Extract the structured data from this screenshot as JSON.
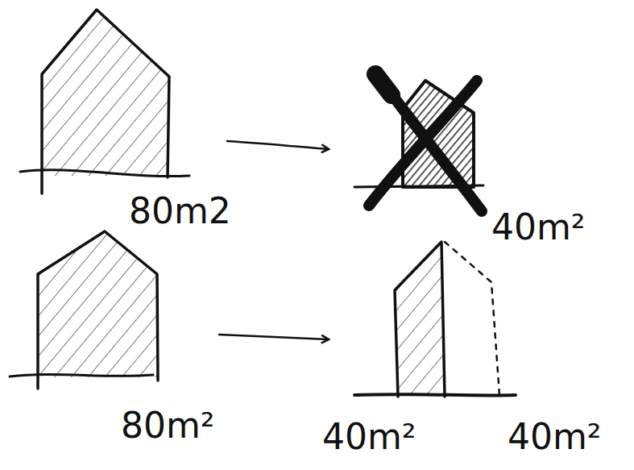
{
  "diagram": {
    "labels": [
      "80m2",
      "40m²",
      "80m²",
      "40m²",
      "40m²"
    ]
  }
}
